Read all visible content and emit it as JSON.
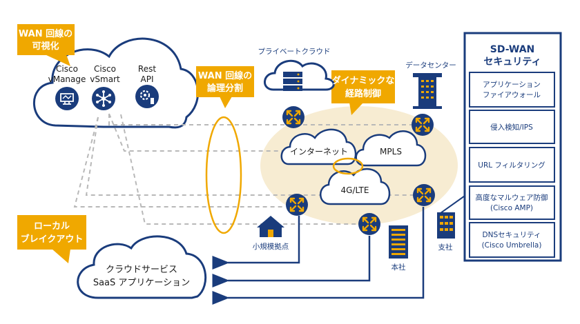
{
  "callouts": {
    "visibility": [
      "WAN 回線の",
      "可視化"
    ],
    "logical_split": [
      "WAN 回線の",
      "論理分割"
    ],
    "dynamic_routing": [
      "ダイナミックな",
      "経路制御"
    ],
    "local_breakout": [
      "ローカル",
      "ブレイクアウト"
    ]
  },
  "controllers": {
    "vmanage": [
      "Cisco",
      "vManage"
    ],
    "vsmart": [
      "Cisco",
      "vSmart"
    ],
    "rest_api": [
      "Rest",
      "API"
    ]
  },
  "sites": {
    "private_cloud": "プライベートクラウド",
    "data_center": "データセンター",
    "small_site": "小規模拠点",
    "headquarters": "本社",
    "branch": "支社"
  },
  "networks": {
    "internet": "インターネット",
    "mpls": "MPLS",
    "lte": "4G/LTE"
  },
  "cloud_service": [
    "クラウドサービス",
    "SaaS アプリケーション"
  ],
  "security": {
    "title": [
      "SD-WAN",
      "セキュリティ"
    ],
    "items": [
      [
        "アプリケーション",
        "ファイアウォール"
      ],
      [
        "侵入検知/IPS"
      ],
      [
        "URL フィルタリング"
      ],
      [
        "高度なマルウェア防御",
        "(Cisco AMP)"
      ],
      [
        "DNSセキュリティ",
        "(Cisco Umbrella)"
      ]
    ]
  },
  "colors": {
    "navy": "#1a3c7c",
    "orange": "#f0a800",
    "sand": "#f7ecd2",
    "dash": "#b8b8b8"
  }
}
